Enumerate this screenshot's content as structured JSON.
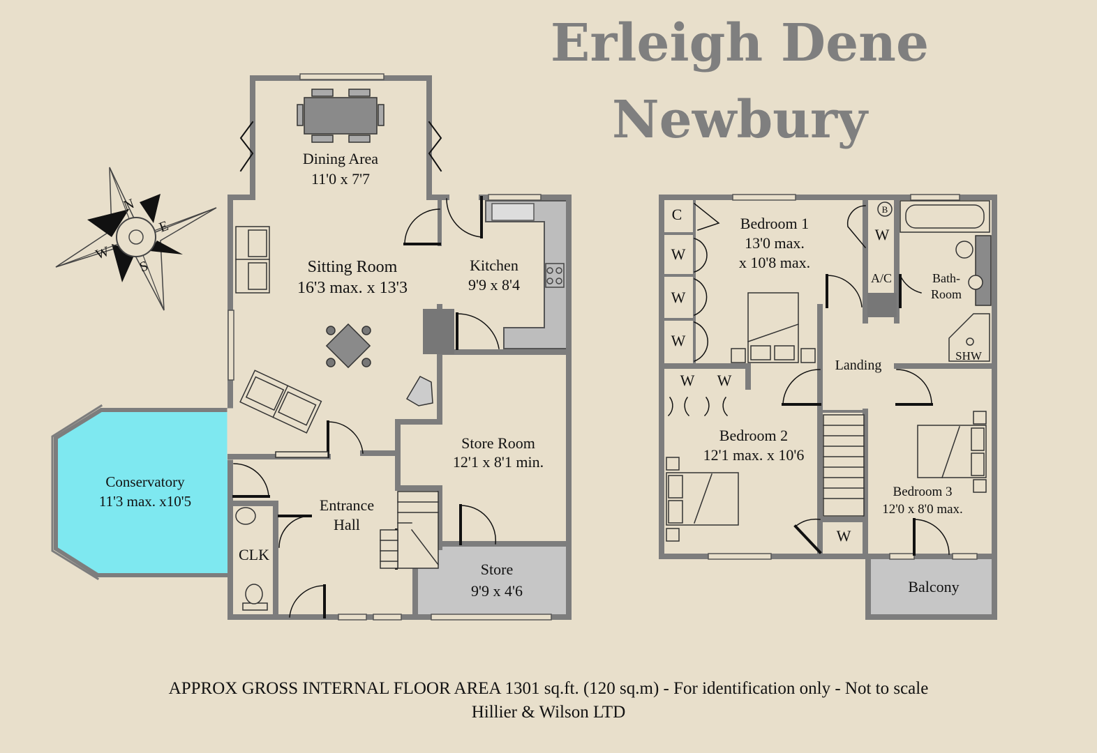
{
  "header": {
    "line1": "Erleigh Dene",
    "line2": "Newbury"
  },
  "compass": {
    "n": "N",
    "e": "E",
    "s": "S",
    "w": "W"
  },
  "ground": {
    "dining": {
      "name": "Dining Area",
      "size": "11'0 x 7'7"
    },
    "sitting": {
      "name": "Sitting Room",
      "size": "16'3 max. x 13'3"
    },
    "kitchen": {
      "name": "Kitchen",
      "size": "9'9 x 8'4"
    },
    "conservatory": {
      "name": "Conservatory",
      "size": "11'3 max. x10'5"
    },
    "hall": {
      "name1": "Entrance",
      "name2": "Hall"
    },
    "storeroom": {
      "name": "Store Room",
      "size": "12'1 x 8'1 min."
    },
    "clk": "CLK",
    "store": {
      "name": "Store",
      "size": "9'9 x 4'6"
    }
  },
  "first": {
    "bed1": {
      "name": "Bedroom 1",
      "size1": "13'0 max.",
      "size2": "x 10'8 max."
    },
    "bed2": {
      "name": "Bedroom 2",
      "size": "12'1 max. x 10'6"
    },
    "bed3": {
      "name": "Bedroom 3",
      "size": "12'0 x 8'0 max."
    },
    "landing": "Landing",
    "bath1": "Bath-",
    "bath2": "Room",
    "ac": "A/C",
    "shw": "SHW",
    "c": "C",
    "w": "W",
    "boiler": "B",
    "balcony": "Balcony"
  },
  "footer": {
    "area": "APPROX GROSS INTERNAL FLOOR AREA 1301 sq.ft. (120 sq.m) - For identification only - Not to scale",
    "company": "Hillier & Wilson LTD"
  },
  "colors": {
    "background": "#e8dfcb",
    "wall": "#7d7d7d",
    "conservatory": "#7ee8f0",
    "store": "#c6c6c6",
    "title": "#7f7f7f"
  }
}
